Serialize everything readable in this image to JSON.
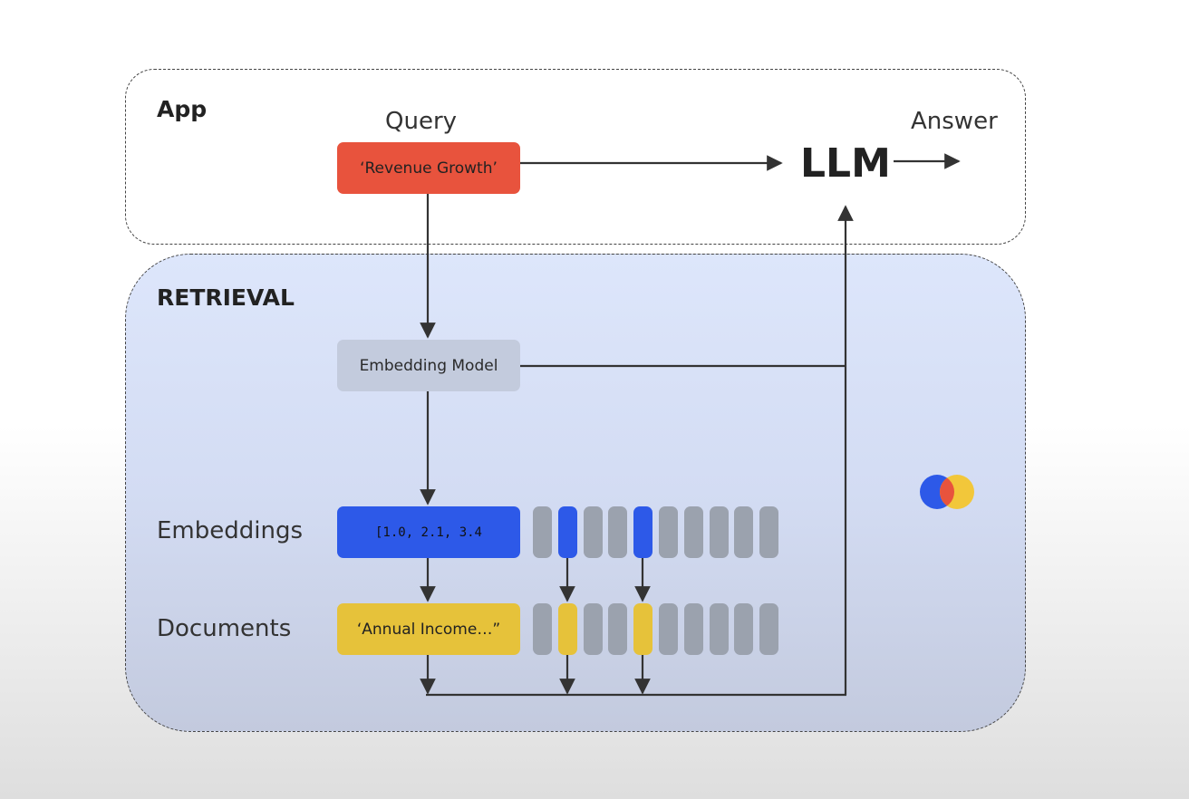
{
  "app": {
    "title": "App",
    "query_label": "Query",
    "query_text": "‘Revenue Growth’",
    "llm_label": "LLM",
    "answer_label": "Answer"
  },
  "retrieval": {
    "title": "RETRIEVAL",
    "embedding_model_label": "Embedding Model",
    "embeddings_label": "Embeddings",
    "embedding_vector_text": "[1.0, 2.1, 3.4",
    "documents_label": "Documents",
    "document_text": "‘Annual Income…”",
    "embedding_cells": [
      "gray",
      "blue",
      "gray",
      "gray",
      "blue",
      "gray",
      "gray",
      "gray",
      "gray",
      "gray"
    ],
    "document_cells": [
      "gray",
      "yellow",
      "gray",
      "gray",
      "yellow",
      "gray",
      "gray",
      "gray",
      "gray",
      "gray"
    ]
  },
  "colors": {
    "query": "#e8533d",
    "embedding_model": "#c3cbdd",
    "embedding": "#2d59e8",
    "document": "#e6c23a",
    "inactive_cell": "#9ba2ae",
    "retrieval_background": "#dde6fb",
    "arrow": "#333333"
  },
  "logo": {
    "icon": "overlapping-circles-logo-icon"
  }
}
